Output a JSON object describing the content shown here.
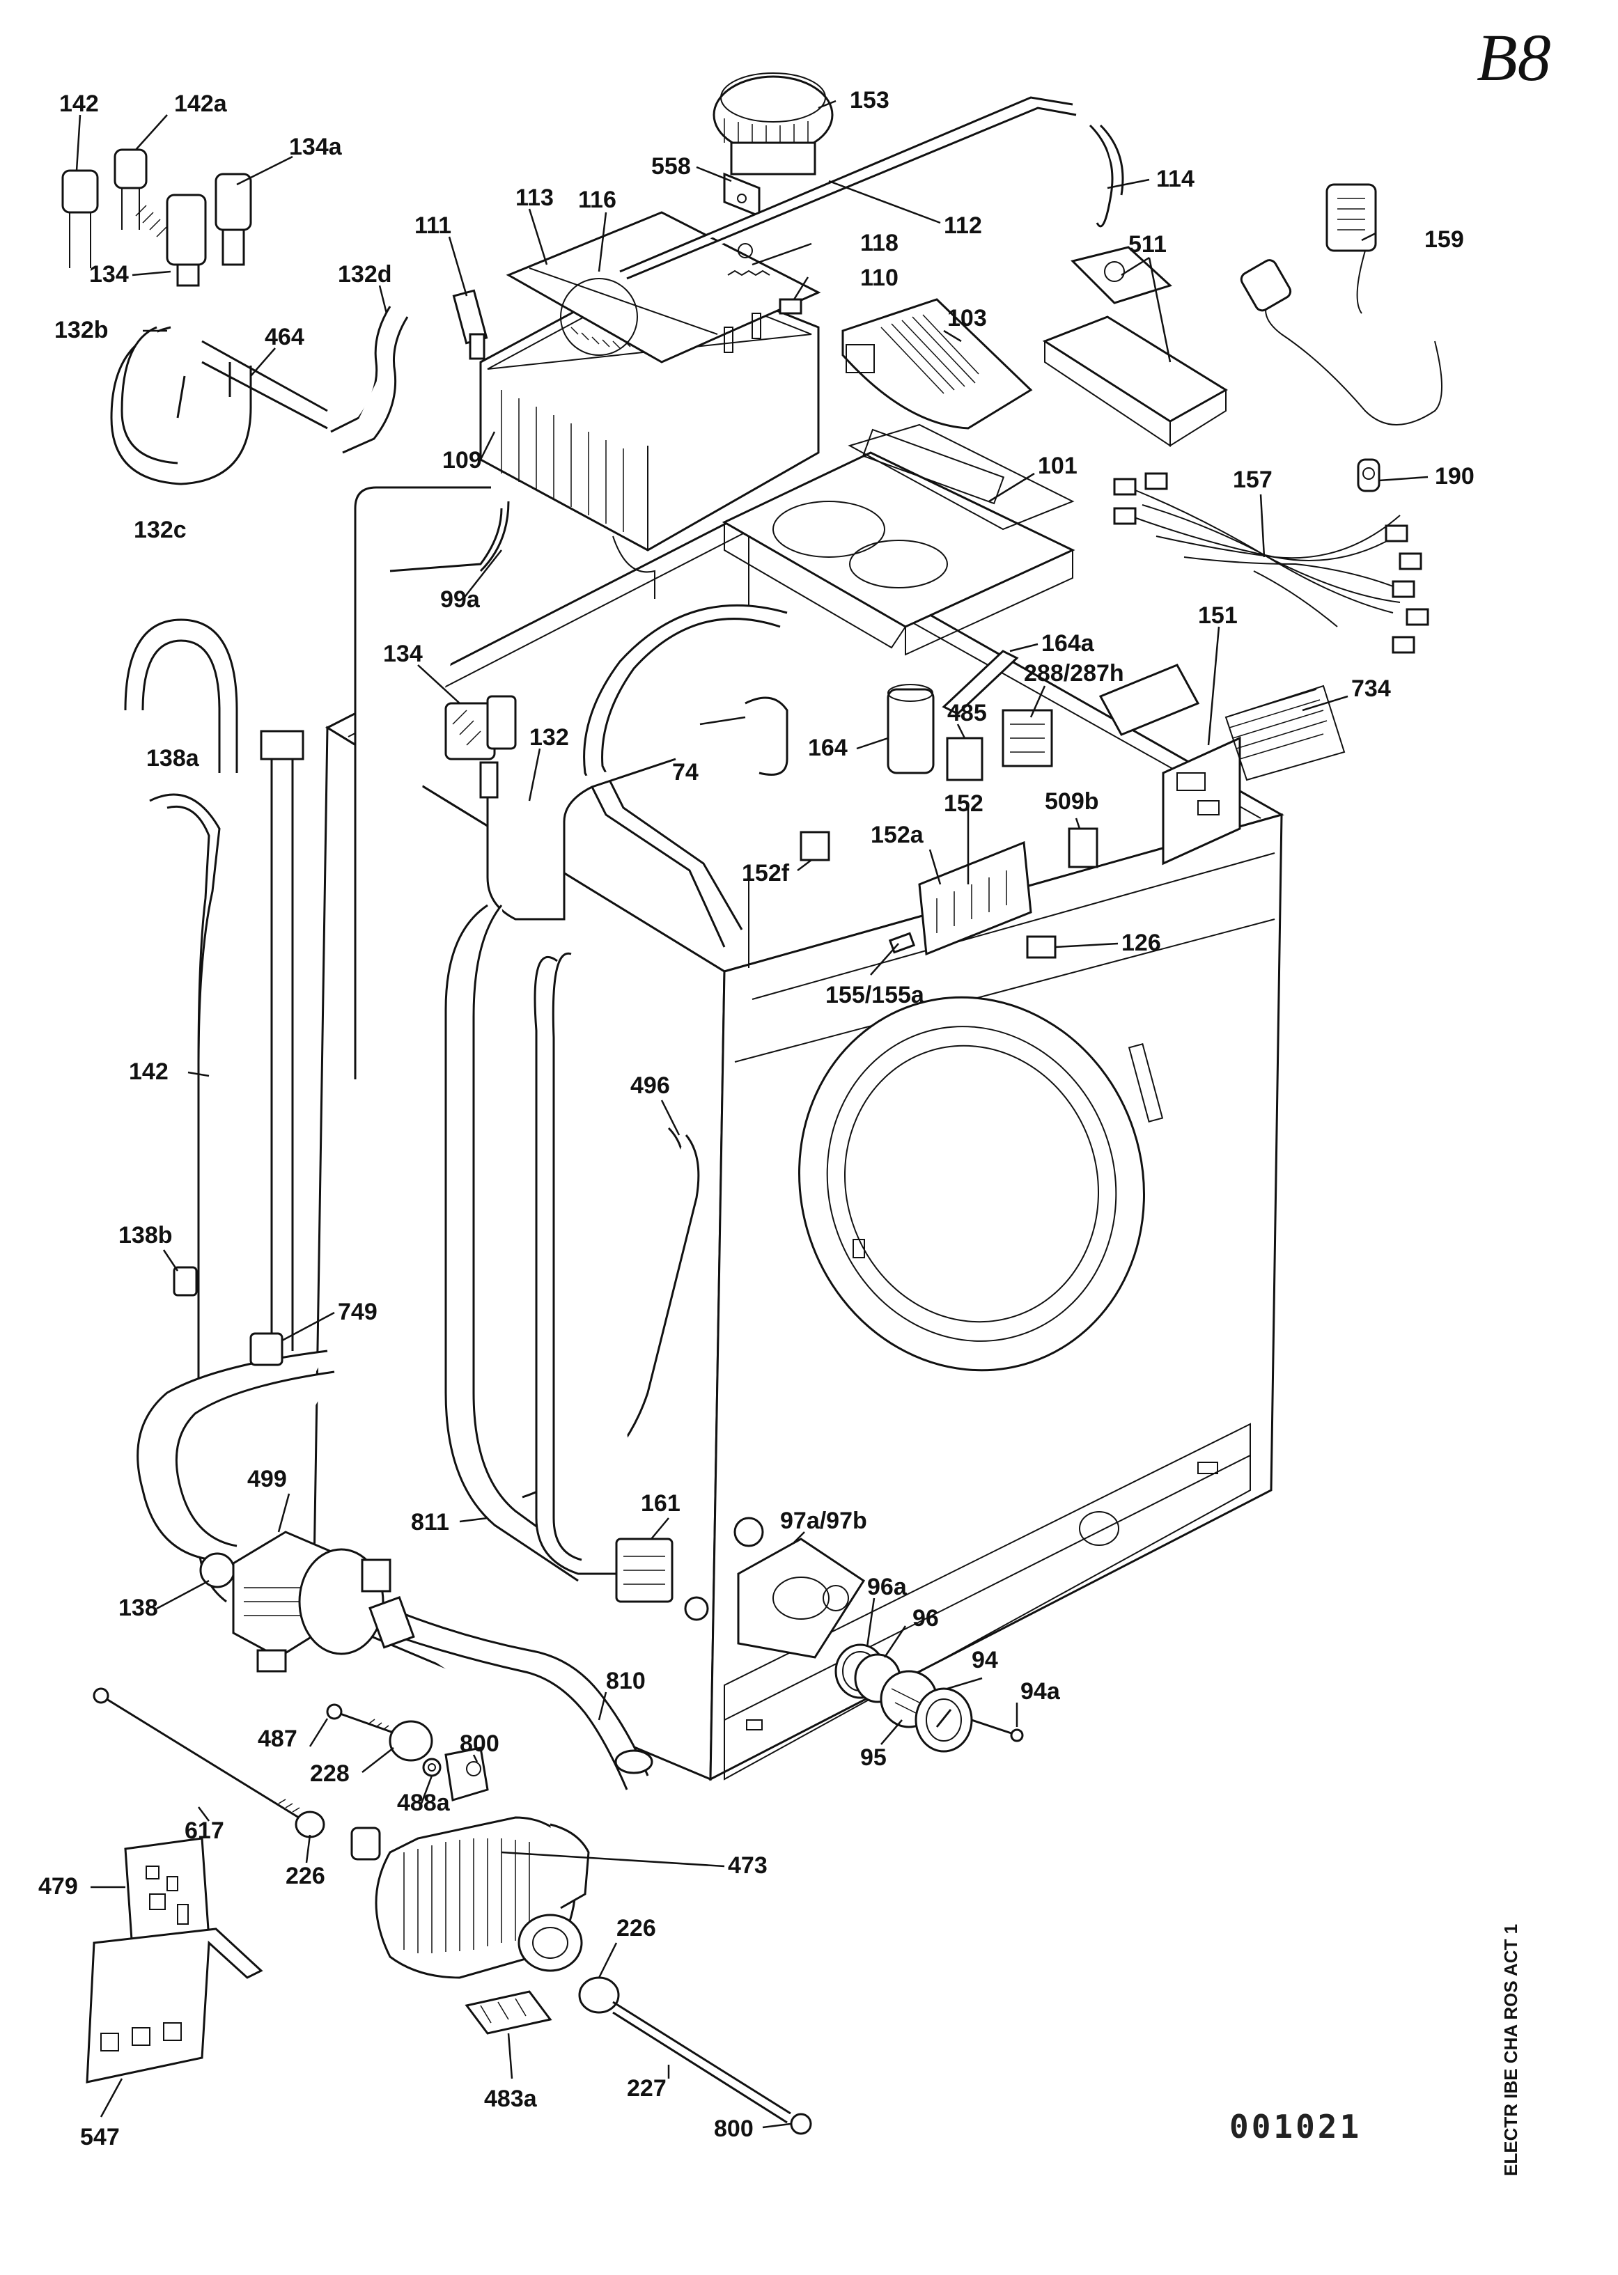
{
  "sheet_mark": "B8",
  "drawing_code": "001021",
  "side_text": "ELECTR IBE CHA ROS ACT 1",
  "labels": {
    "l142": "142",
    "l142a": "142a",
    "l134a": "134a",
    "l134": "134",
    "l132b": "132b",
    "l464": "464",
    "l132d": "132d",
    "l132c": "132c",
    "l111": "111",
    "l113": "113",
    "l116": "116",
    "l558": "558",
    "l153": "153",
    "l118": "118",
    "l110": "110",
    "l112": "112",
    "l114": "114",
    "l159": "159",
    "l511": "511",
    "l103": "103",
    "l109": "109",
    "l101": "101",
    "l157": "157",
    "l190": "190",
    "l99a": "99a",
    "l164a": "164a",
    "l151": "151",
    "l288": "288/287h",
    "l734": "734",
    "l134b": "134",
    "l132": "132",
    "l74": "74",
    "l164": "164",
    "l485": "485",
    "l152": "152",
    "l509b": "509b",
    "l138a": "138a",
    "l152a": "152a",
    "l152f": "152f",
    "l126": "126",
    "l155": "155/155a",
    "l142b": "142",
    "l496": "496",
    "l138b": "138b",
    "l749": "749",
    "l161": "161",
    "l499": "499",
    "l811": "811",
    "l97a": "97a/97b",
    "l138": "138",
    "l96a": "96a",
    "l96": "96",
    "l94": "94",
    "l810": "810",
    "l94a": "94a",
    "l487": "487",
    "l800a": "800",
    "l228": "228",
    "l95": "95",
    "l617": "617",
    "l488a": "488a",
    "l473": "473",
    "l226a": "226",
    "l479": "479",
    "l226b": "226",
    "l227": "227",
    "l483a": "483a",
    "l547": "547",
    "l800b": "800"
  }
}
